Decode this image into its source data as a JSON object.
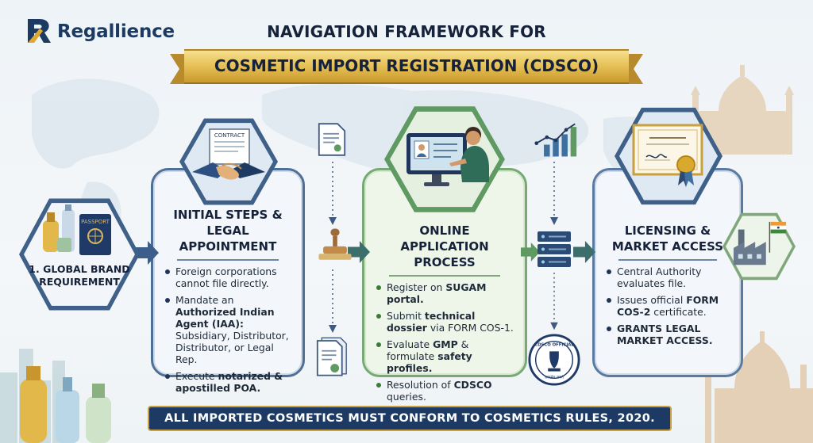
{
  "brand": {
    "name": "Regallience"
  },
  "title": {
    "line1": "NAVIGATION FRAMEWORK FOR",
    "line2": "COSMETIC IMPORT REGISTRATION (CDSCO)"
  },
  "step1": {
    "label": "1. GLOBAL BRAND REQUIREMENT",
    "passport_text": "PASSPORT"
  },
  "step2": {
    "title_line1": "INITIAL STEPS &",
    "title_line2": "LEGAL APPOINTMENT",
    "contract_text": "CONTRACT",
    "bullets": [
      {
        "parts": [
          "Foreign corporations cannot file directly."
        ]
      },
      {
        "pre": "Mandate an ",
        "bold": "Authorized Indian Agent (IAA):",
        "post": " Subsidiary, Distributor, Distributor, or Legal Rep."
      },
      {
        "pre": "Execute ",
        "bold": "notarized & apostilled POA.",
        "post": ""
      }
    ]
  },
  "step3": {
    "title_line1": "ONLINE APPLICATION",
    "title_line2": "PROCESS",
    "bullets": [
      {
        "pre": "Register on ",
        "bold": "SUGAM portal.",
        "post": ""
      },
      {
        "pre": "Submit ",
        "bold": "technical dossier",
        "post": " via FORM COS-1."
      },
      {
        "pre": "Evaluate ",
        "bold": "GMP",
        "post": " & formulate ",
        "bold2": "safety profiles."
      },
      {
        "pre": "Resolution of ",
        "bold": "CDSCO",
        "post": " queries."
      }
    ]
  },
  "step4": {
    "title_line1": "LICENSING &",
    "title_line2": "MARKET ACCESS",
    "bullets": [
      {
        "pre": "Central Authority evaluates file.",
        "bold": "",
        "post": ""
      },
      {
        "pre": "Issues official ",
        "bold": "FORM COS-2",
        "post": " certificate."
      },
      {
        "pre": "",
        "bold": "GRANTS LEGAL MARKET ACCESS.",
        "post": ""
      }
    ]
  },
  "seal": {
    "text_top": "CDSCO OFFICIAL",
    "text_bottom": "सत्यमेव जयते"
  },
  "footer": {
    "text": "ALL IMPORTED COSMETICS MUST CONFORM TO COSMETICS RULES, 2020."
  },
  "colors": {
    "navy": "#1c3a63",
    "gold": "#e5bf55",
    "green_border": "#78a874",
    "blue_border": "#4f6f96"
  },
  "icons": [
    "contract-handshake-icon",
    "computer-user-icon",
    "certificate-icon",
    "document-icon",
    "stamp-icon",
    "server-icon",
    "growth-chart-icon",
    "factory-india-flag-icon",
    "cosmetics-passport-icon"
  ]
}
